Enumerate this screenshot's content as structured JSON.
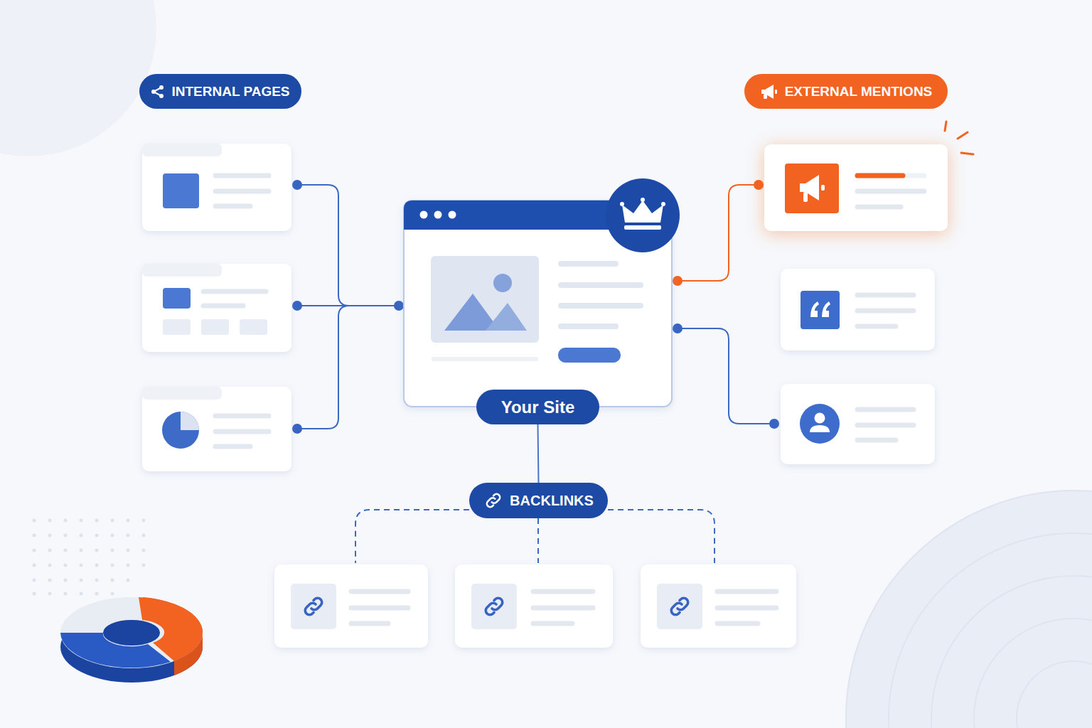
{
  "diagram": {
    "nodes": [
      {
        "text": [
          "INTERNAL PAGES"
        ]
      },
      {
        "text": [
          "EXTERNAL MENTIONS"
        ]
      },
      {
        "text": [
          "Your Site"
        ]
      },
      {
        "text": [
          "BACKLINKS"
        ]
      }
    ],
    "edges": [
      {
        "from": 2,
        "to": 3,
        "arrow": "none"
      }
    ]
  }
}
